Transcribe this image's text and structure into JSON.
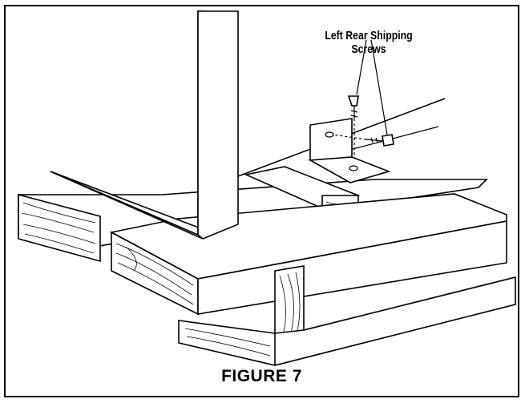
{
  "callout": {
    "line1": "Left Rear Shipping",
    "line2": "Screws"
  },
  "caption": "FIGURE 7",
  "icons": [
    "left-rear-shipping-screw",
    "shipping-bracket"
  ]
}
